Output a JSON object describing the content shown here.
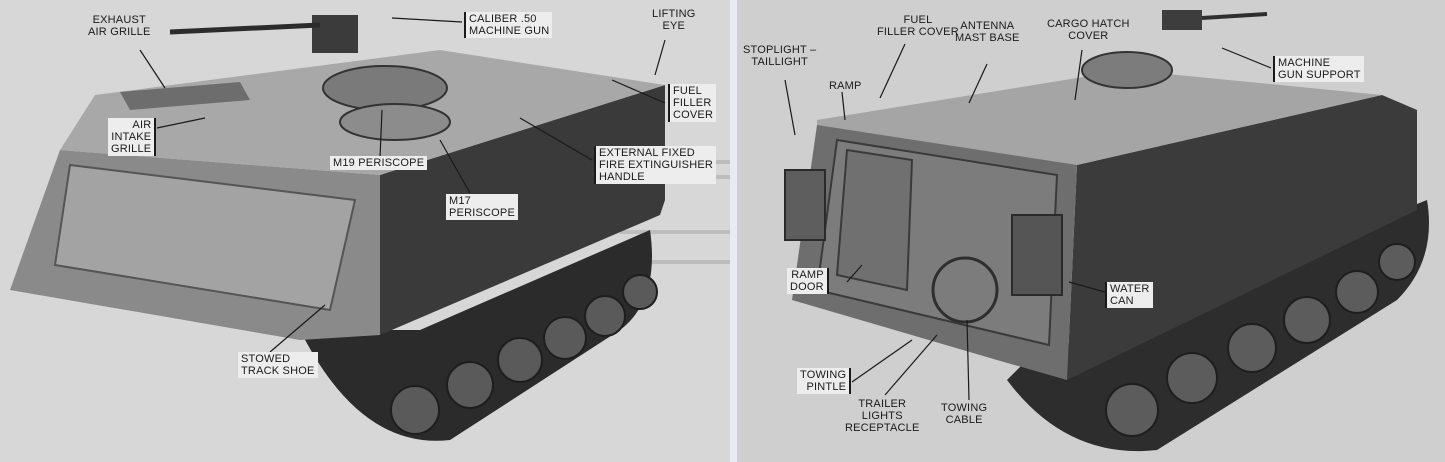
{
  "left_figure": {
    "labels": {
      "exhaust_air_grille": [
        "EXHAUST",
        "AIR GRILLE"
      ],
      "caliber_50_machine_gun": [
        "CALIBER .50",
        "MACHINE GUN"
      ],
      "lifting_eye": [
        "LIFTING",
        "EYE"
      ],
      "fuel_filler_cover": [
        "FUEL",
        "FILLER",
        "COVER"
      ],
      "air_intake_grille": [
        "AIR",
        "INTAKE",
        "GRILLE"
      ],
      "m19_periscope": [
        "M19 PERISCOPE"
      ],
      "external_fire_extinguisher_handle": [
        "EXTERNAL FIXED",
        "FIRE EXTINGUISHER",
        "HANDLE"
      ],
      "m17_periscope": [
        "M17",
        "PERISCOPE"
      ],
      "stowed_track_shoe": [
        "STOWED",
        "TRACK SHOE"
      ]
    }
  },
  "right_figure": {
    "labels": {
      "stoplight_taillight": [
        "STOPLIGHT –",
        "TAILLIGHT"
      ],
      "fuel_filler_cover": [
        "FUEL",
        "FILLER COVER"
      ],
      "antenna_mast_base": [
        "ANTENNA",
        "MAST BASE"
      ],
      "cargo_hatch_cover": [
        "CARGO HATCH",
        "COVER"
      ],
      "machine_gun_support": [
        "MACHINE",
        "GUN SUPPORT"
      ],
      "ramp": [
        "RAMP"
      ],
      "ramp_door": [
        "RAMP",
        "DOOR"
      ],
      "water_can": [
        "WATER",
        "CAN"
      ],
      "towing_pintle": [
        "TOWING",
        "PINTLE"
      ],
      "trailer_lights_receptacle": [
        "TRAILER",
        "LIGHTS",
        "RECEPTACLE"
      ],
      "towing_cable": [
        "TOWING",
        "CABLE"
      ]
    }
  },
  "colors": {
    "hull_dark": "#3a3a3a",
    "hull_mid": "#6b6b6b",
    "hull_light": "#9a9a9a",
    "label_text": "#1a1a1a",
    "page_bg": "#d7d7d7"
  }
}
